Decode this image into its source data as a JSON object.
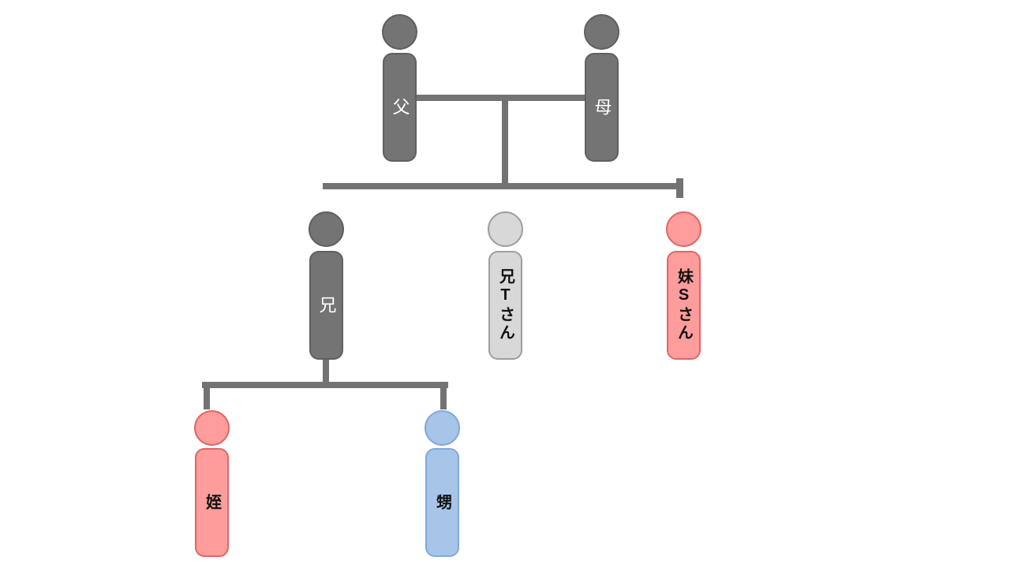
{
  "diagram": {
    "type": "family-tree",
    "people": {
      "father": {
        "label": "父"
      },
      "mother": {
        "label": "母"
      },
      "brother": {
        "label": "兄"
      },
      "brother_t": {
        "label": "兄Tさん"
      },
      "sister_s": {
        "label": "妹Sさん"
      },
      "niece": {
        "label": "姪"
      },
      "nephew": {
        "label": "甥"
      }
    },
    "colors": {
      "dark_gray": "#747474",
      "light_gray": "#d8d8d8",
      "pink": "#ff9c9c",
      "blue": "#a6c5e8",
      "line": "#737373",
      "background": "#ffffff"
    }
  }
}
